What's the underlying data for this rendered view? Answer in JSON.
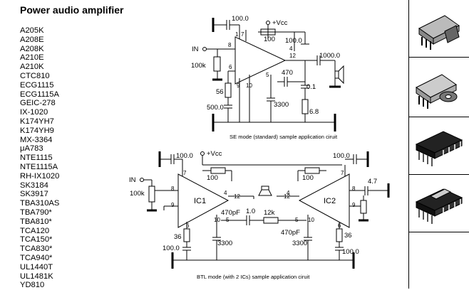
{
  "title": "Power audio amplifier",
  "part_numbers": [
    "A205K",
    "A208E",
    "A208K",
    "A210E",
    "A210K",
    "CTC810",
    "ECG1115",
    "ECG1115A",
    "GEIC-278",
    "IX-1020",
    "K174YH7",
    "K174YH9",
    "MX-3364",
    "μA783",
    "NTE1115",
    "NTE1115A",
    "RH-IX1020",
    "SK3184",
    "SK3917",
    "TBA310AS",
    "TBA790*",
    "TBA810*",
    "TCA120",
    "TCA150*",
    "TCA830*",
    "TCA940*",
    "UL1440T",
    "UL1481K",
    "YD810"
  ],
  "se_circuit": {
    "caption": "SE mode (standard) sample application ciruit",
    "input_label": "IN",
    "vcc_label": "+Vcc",
    "pins": [
      "1",
      "7",
      "8",
      "6",
      "9",
      "10",
      "5",
      "4",
      "12"
    ],
    "components": [
      "100.0",
      "100",
      "100.0",
      "1000.0",
      "100k",
      "470",
      "56",
      "0.1",
      "500.0",
      "3300",
      "6.8"
    ]
  },
  "btl_circuit": {
    "caption": "BTL mode (with 2 ICs) sample application ciruit",
    "input_label": "IN",
    "vcc_label": "+Vcc",
    "ic1_label": "IC1",
    "ic2_label": "IC2",
    "components": [
      "100.0",
      "100",
      "100",
      "100.0",
      "100k",
      "4.7",
      "1.0",
      "12k",
      "470pF",
      "470pF",
      "36",
      "36",
      "100.0",
      "100.0",
      "3300",
      "3300"
    ]
  },
  "package_images": [
    "ic-package-with-heatsink-tab",
    "ic-package-with-round-tab",
    "ic-package-dip-notched",
    "ic-package-dip-tab"
  ]
}
